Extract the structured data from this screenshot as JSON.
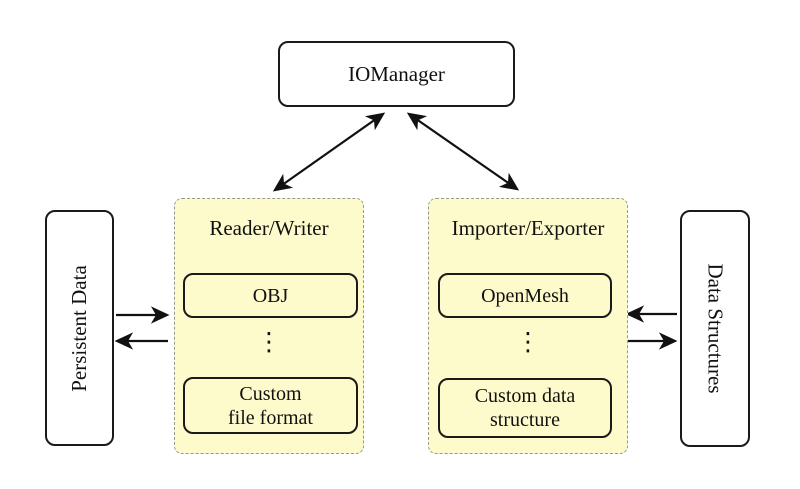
{
  "colors": {
    "container_fill": "#FDFACB",
    "container_border": "#979797",
    "node_border": "#1a1a1a",
    "arrow": "#111111",
    "background": "#ffffff"
  },
  "nodes": {
    "io_manager": {
      "label": "IOManager"
    },
    "persistent_data": {
      "label": "Persistent Data"
    },
    "data_structures": {
      "label": "Data Structures"
    },
    "reader_writer": {
      "title": "Reader/Writer",
      "top_item": "OBJ",
      "ellipsis": "⋮",
      "bottom_item": "Custom\nfile format"
    },
    "importer_exporter": {
      "title": "Importer/Exporter",
      "top_item": "OpenMesh",
      "ellipsis": "⋮",
      "bottom_item": "Custom data\nstructure"
    }
  }
}
